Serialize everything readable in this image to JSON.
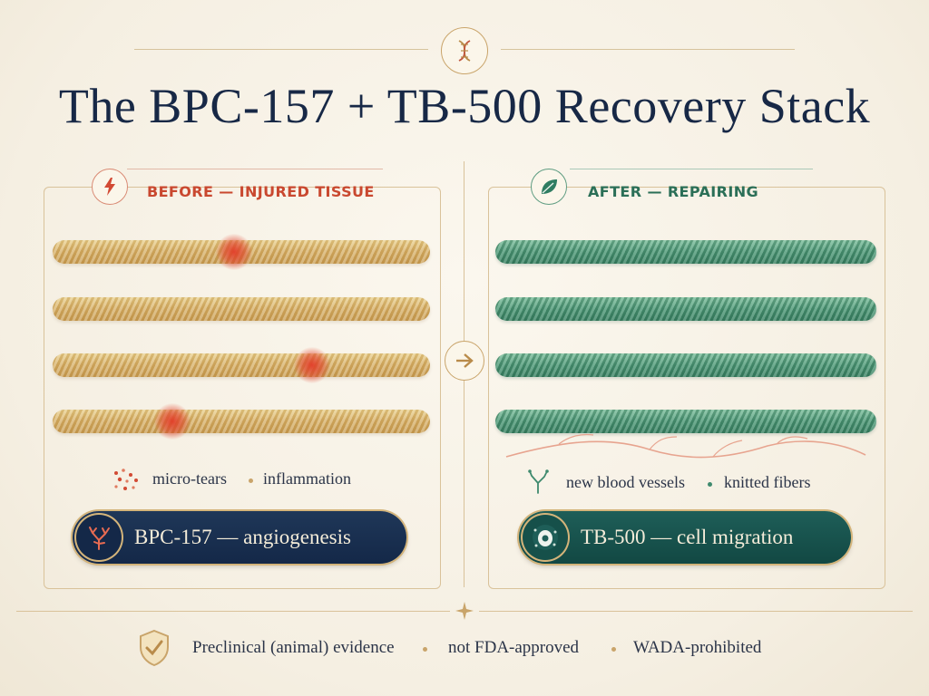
{
  "title": "The BPC-157 + TB-500 Recovery Stack",
  "header_icon": "dna-icon",
  "before": {
    "heading": "BEFORE — INJURED TISSUE",
    "icon": "lightning-icon",
    "accent": "#d24a34",
    "legend": [
      "micro-tears",
      "inflammation"
    ],
    "pill_label": "BPC-157 — angiogenesis",
    "pill_icon": "blood-vessel-icon"
  },
  "after": {
    "heading": "AFTER — REPAIRING",
    "icon": "leaf-icon",
    "accent": "#2f7d62",
    "legend": [
      "new blood vessels",
      "knitted fibers"
    ],
    "pill_label": "TB-500 — cell migration",
    "pill_icon": "cell-icon"
  },
  "transition_icon": "arrow-right-icon",
  "footer": {
    "icon": "shield-check-icon",
    "items": [
      "Preclinical (animal) evidence",
      "not FDA-approved",
      "WADA-prohibited"
    ]
  },
  "colors": {
    "navy": "#172846",
    "gold": "#c9a46a",
    "tan_fiber": "#d7b066",
    "green_fiber": "#4f9a78",
    "background": "#f7f1e5"
  }
}
